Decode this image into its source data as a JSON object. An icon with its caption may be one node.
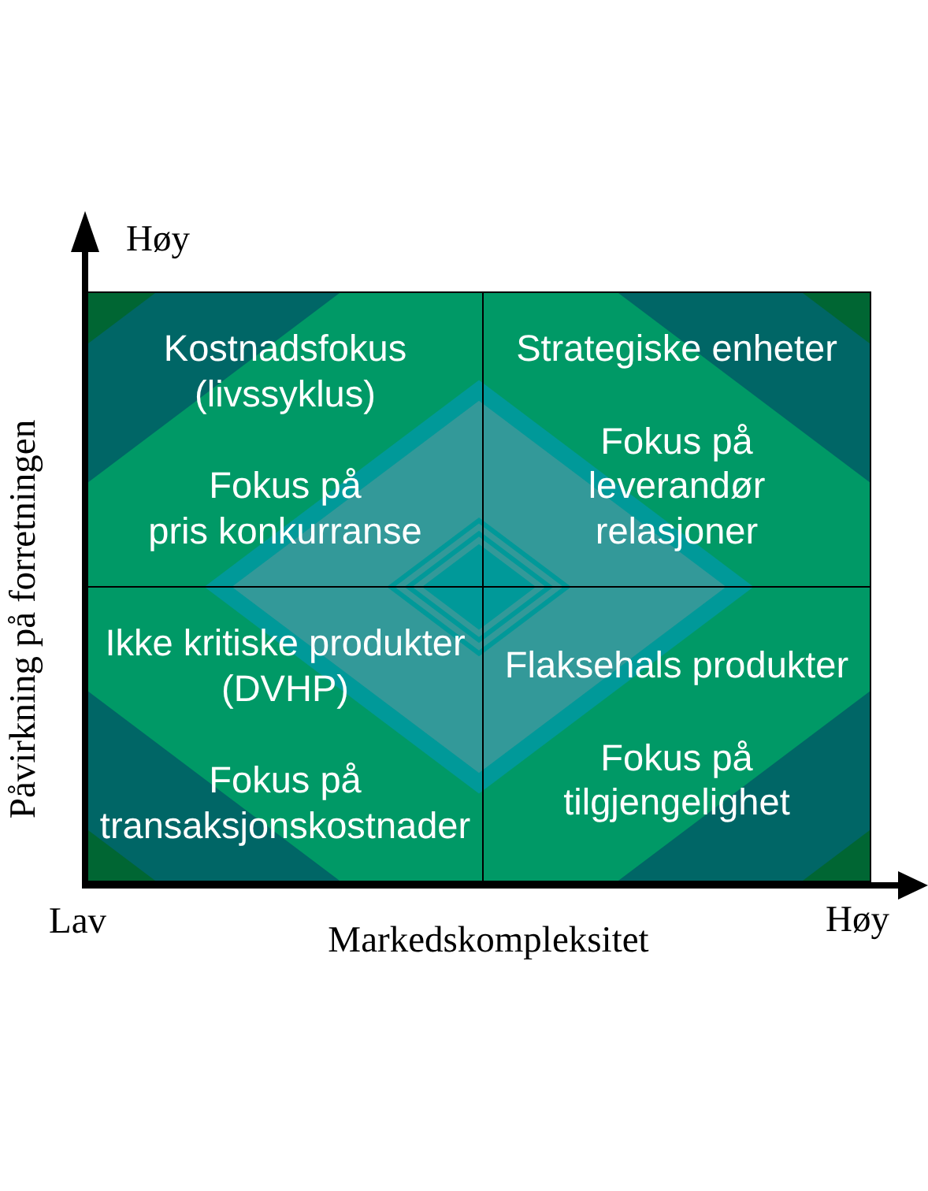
{
  "diagram": {
    "nodes": [
      {
        "text": [
          "Kostnadsfokus (livssyklus)",
          "Fokus på pris konkurranse"
        ]
      },
      {
        "text": [
          "Strategiske enheter",
          "Fokus på leverandør relasjoner"
        ]
      },
      {
        "text": [
          "Ikke kritiske produkter (DVHP)",
          "Fokus på transaksjonskostnader"
        ]
      },
      {
        "text": [
          "Flaksehals produkter",
          "Fokus på tilgjengelighet"
        ]
      }
    ],
    "labels": [
      "Høy",
      "Påvirkning på forretningen",
      "Lav",
      "Markedskompleksitet",
      "Høy"
    ]
  }
}
